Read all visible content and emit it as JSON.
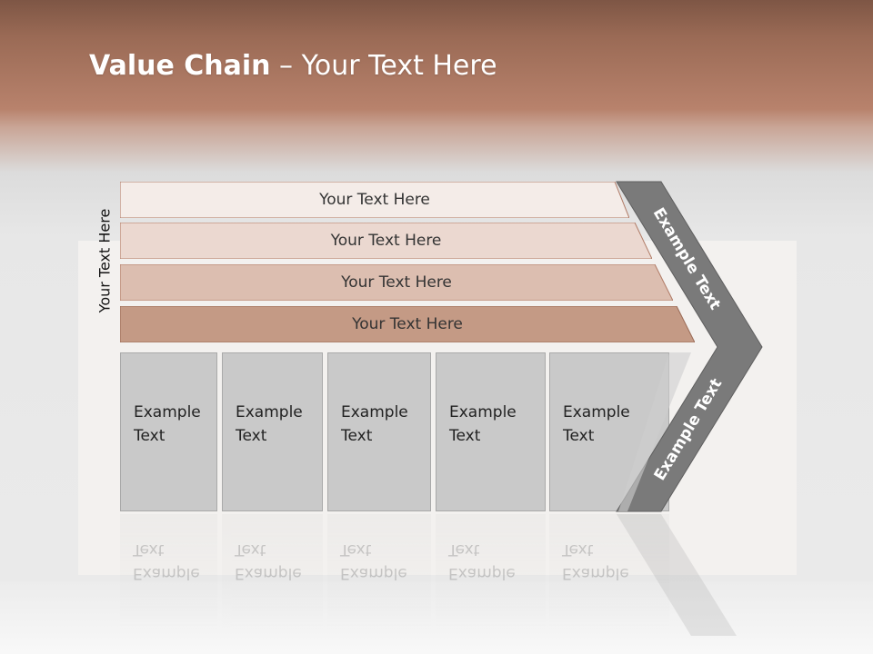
{
  "slide": {
    "title_bold": "Value Chain",
    "title_rest": " – Your Text Here",
    "side_label": "Your Text Here"
  },
  "bars": [
    {
      "label": "Your Text Here",
      "color": "#f4ece8"
    },
    {
      "label": "Your Text Here",
      "color": "#ebd8d0"
    },
    {
      "label": "Your Text Here",
      "color": "#dcbeb0"
    },
    {
      "label": "Your Text Here",
      "color": "#c49a85"
    }
  ],
  "boxes": [
    {
      "line1": "Example",
      "line2": "Text"
    },
    {
      "line1": "Example",
      "line2": "Text"
    },
    {
      "line1": "Example",
      "line2": "Text"
    },
    {
      "line1": "Example",
      "line2": "Text"
    },
    {
      "line1": "Example",
      "line2": "Text"
    }
  ],
  "chevron": {
    "top_text": "Example Text",
    "bottom_text": "Example Text",
    "color": "#7a7a7a"
  }
}
